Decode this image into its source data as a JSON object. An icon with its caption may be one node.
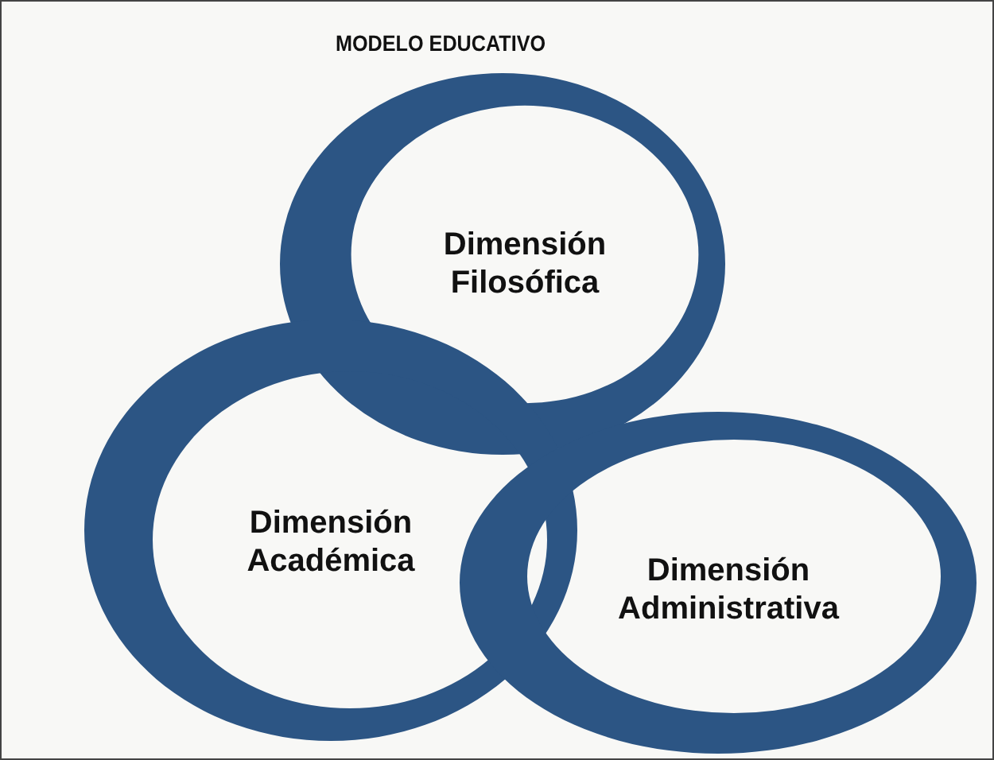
{
  "diagram": {
    "title": "MODELO EDUCATIVO",
    "nodes": [
      {
        "text": [
          "Dimensión Filosófica"
        ]
      },
      {
        "text": [
          "Dimensión Académica"
        ]
      },
      {
        "text": [
          "Dimensión Administrativa"
        ]
      }
    ],
    "edges": []
  }
}
